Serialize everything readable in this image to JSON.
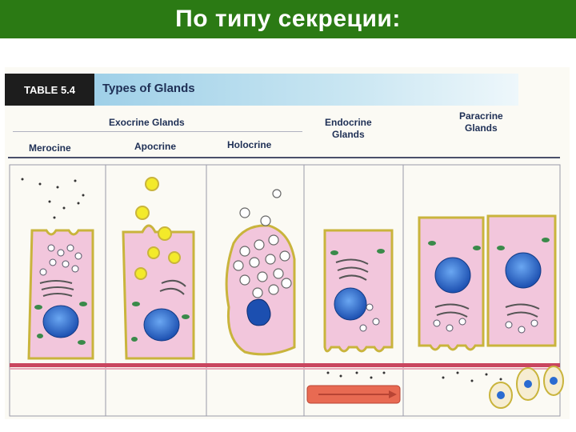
{
  "slide": {
    "title": "По типу секреции:"
  },
  "table": {
    "label": "TABLE 5.4",
    "heading": "Types of Glands",
    "group_exocrine": "Exocrine Glands",
    "columns": {
      "merocine": "Merocine",
      "apocrine": "Apocrine",
      "holocrine": "Holocrine",
      "endocrine_line1": "Endocrine",
      "endocrine_line2": "Glands",
      "paracrine_line1": "Paracrine",
      "paracrine_line2": "Glands"
    }
  },
  "colors": {
    "title_bar": "#2b7a14",
    "cytoplasm": "#f2c6dc",
    "membrane": "#c9b43c",
    "nucleus": "#2a6bd1",
    "apocrine_vesicle": "#f3ea2a",
    "blood_vessel": "#e86a52",
    "basement_membrane": "#c9465f"
  }
}
